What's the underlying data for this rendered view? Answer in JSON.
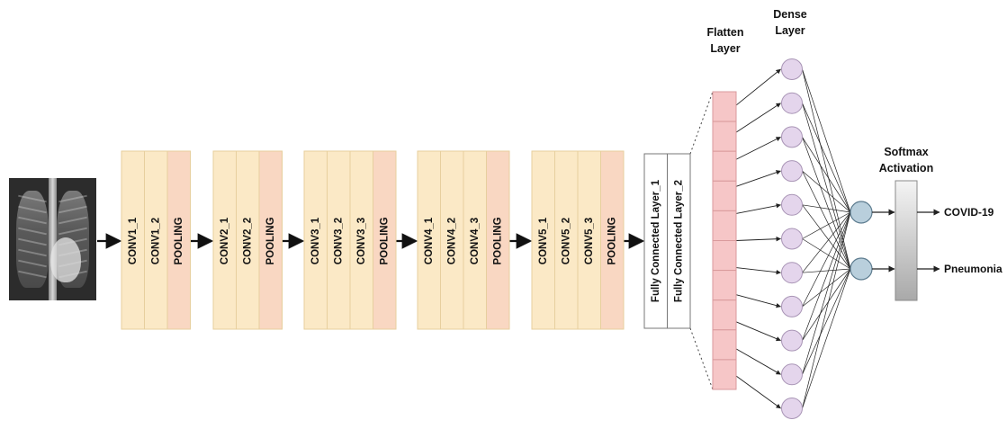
{
  "blocks": [
    {
      "id": "block-1",
      "layers": [
        "CONV1_1",
        "CONV1_2",
        "POOLING"
      ]
    },
    {
      "id": "block-2",
      "layers": [
        "CONV2_1",
        "CONV2_2",
        "POOLING"
      ]
    },
    {
      "id": "block-3",
      "layers": [
        "CONV3_1",
        "CONV3_2",
        "CONV3_3",
        "POOLING"
      ]
    },
    {
      "id": "block-4",
      "layers": [
        "CONV4_1",
        "CONV4_2",
        "CONV4_3",
        "POOLING"
      ]
    },
    {
      "id": "block-5",
      "layers": [
        "CONV5_1",
        "CONV5_2",
        "CONV5_3",
        "POOLING"
      ]
    }
  ],
  "fully_connected": [
    "Fully Connected Layer_1",
    "Fully Connected Layer_2"
  ],
  "flatten": {
    "title_line1": "Flatten",
    "title_line2": "Layer",
    "cells": 10
  },
  "dense": {
    "title_line1": "Dense",
    "title_line2": "Layer",
    "nodes": 11
  },
  "output_nodes": 2,
  "softmax": {
    "title_line1": "Softmax",
    "title_line2": "Activation"
  },
  "outputs": [
    "COVID-19",
    "Pneumonia"
  ],
  "colors": {
    "conv_fill": "#fbe9c6",
    "conv_stroke": "#e7cf9e",
    "pool_fill": "#f9d7c2",
    "flatten_fill": "#f6c6c7",
    "flatten_stroke": "#d99a9c",
    "dense_fill": "#e4d5ec",
    "dense_stroke": "#a894b5",
    "out_fill": "#b9cfdc",
    "out_stroke": "#5d7c8f",
    "fc_stroke": "#777777"
  }
}
